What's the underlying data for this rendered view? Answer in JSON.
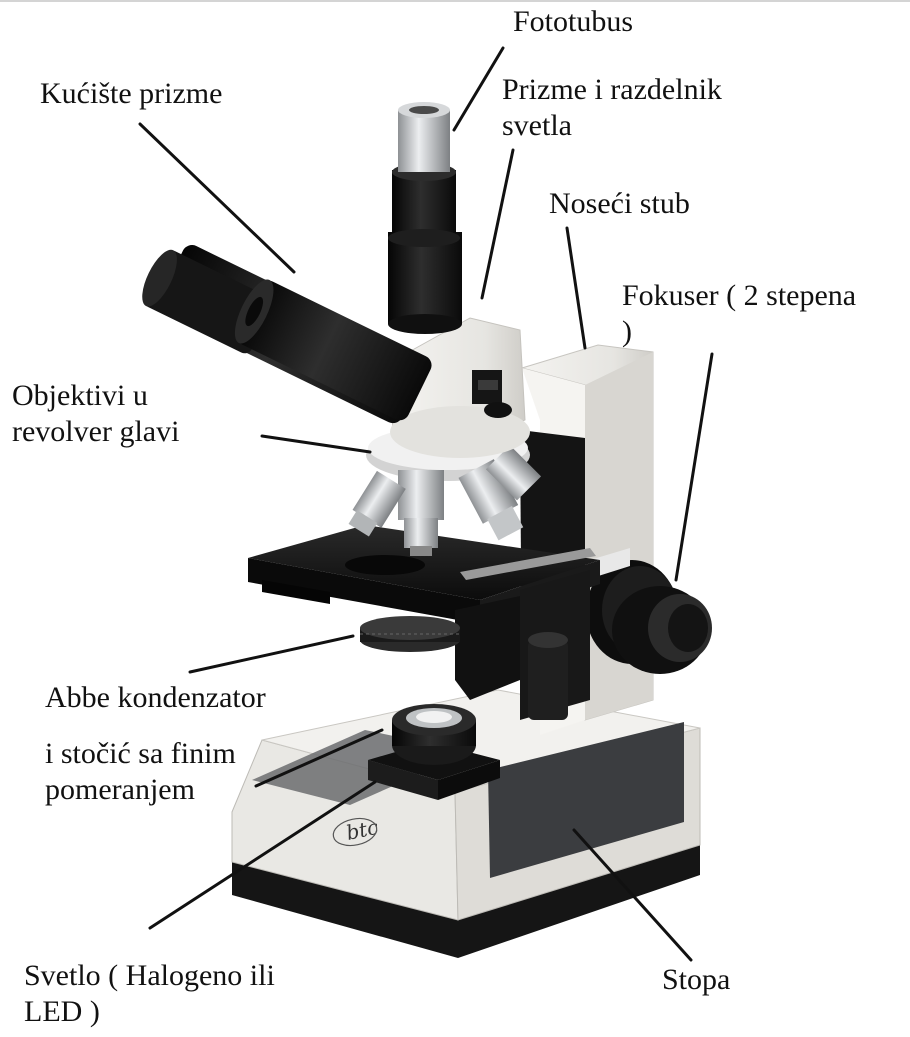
{
  "labels": {
    "fototubus": "Fototubus",
    "kuciste_prizme": "Kućište prizme",
    "prizme": [
      "Prizme i razdelnik",
      "svetla"
    ],
    "noseci_stub": "Noseći stub",
    "fokuser": [
      "Fokuser ( 2 stepena",
      ")"
    ],
    "objektivi": [
      "Objektivi u",
      "revolver glavi"
    ],
    "abbe": "Abbe kondenzator",
    "stocic": [
      "i stočić sa finim",
      "pomeranjem"
    ],
    "svetlo": [
      "Svetlo ( Halogeno ili",
      "LED )"
    ],
    "stopa": "Stopa"
  },
  "brand_mark": "btc",
  "colors": {
    "text": "#111111",
    "body_white": "#ecebe8",
    "body_shade": "#c9c8c4",
    "black": "#141414",
    "chrome": "#b9bcbf"
  }
}
